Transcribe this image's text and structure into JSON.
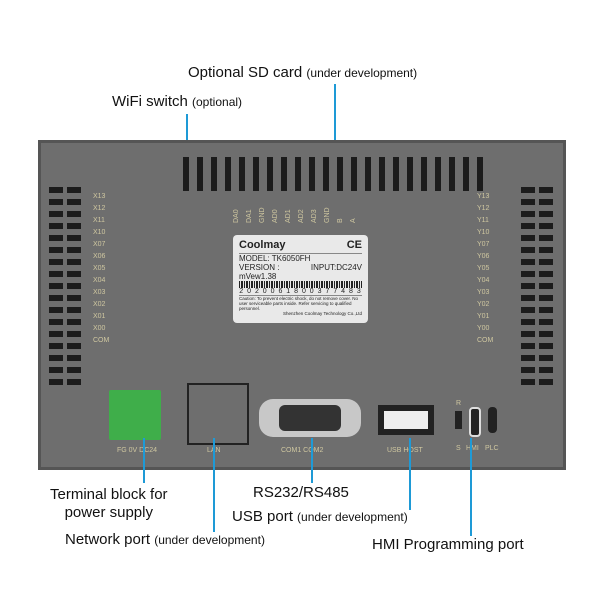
{
  "callouts": {
    "sd_card": {
      "main": "Optional SD card",
      "note": "(under development)"
    },
    "wifi": {
      "main": "WiFi switch",
      "note": "(optional)"
    },
    "terminal": {
      "line1": "Terminal block for",
      "line2": "power supply"
    },
    "network": {
      "main": "Network port",
      "note": "(under development)"
    },
    "rs": {
      "main": "RS232/RS485"
    },
    "usb": {
      "main": "USB port",
      "note": "(under development)"
    },
    "hmi": {
      "main": "HMI  Programming port"
    }
  },
  "device": {
    "brand": "Coolmay",
    "model": "MODEL: TK6050FH",
    "version": "VERSION : mVew1.38",
    "input": "INPUT:DC24V",
    "serial": "2 0 2 0 0 6 1 8 0 0 3 7 7 4 8 3",
    "caution": "Caution: To prevent electric shock, do not remove cover. No user serviceable parts inside. Refer servicing to qualified personnel.",
    "maker": "Shenzhen Coolmay Technology Co.,Ltd",
    "top_pins": [
      "DA0",
      "DA1",
      "GND",
      "AD0",
      "AD1",
      "AD2",
      "AD3",
      "GND",
      "B",
      "A"
    ],
    "inputs": [
      "X13",
      "X12",
      "X11",
      "X10",
      "X07",
      "X06",
      "X05",
      "X04",
      "X03",
      "X02",
      "X01",
      "X00",
      "COM"
    ],
    "outputs": [
      "Y13",
      "Y12",
      "Y11",
      "Y10",
      "Y07",
      "Y06",
      "Y05",
      "Y04",
      "Y03",
      "Y02",
      "Y01",
      "Y00",
      "COM"
    ],
    "ports": {
      "power": "FG  0V  DC24",
      "lan": "LAN",
      "com": "COM1 COM2",
      "usb": "USB HOST",
      "switch_r": "R",
      "switch_s": "S",
      "hmi": "HMI",
      "plc": "PLC"
    }
  },
  "colors": {
    "callout_line": "#1e9ad6",
    "panel": "#6e6e6e",
    "terminal": "#3fae4a"
  }
}
